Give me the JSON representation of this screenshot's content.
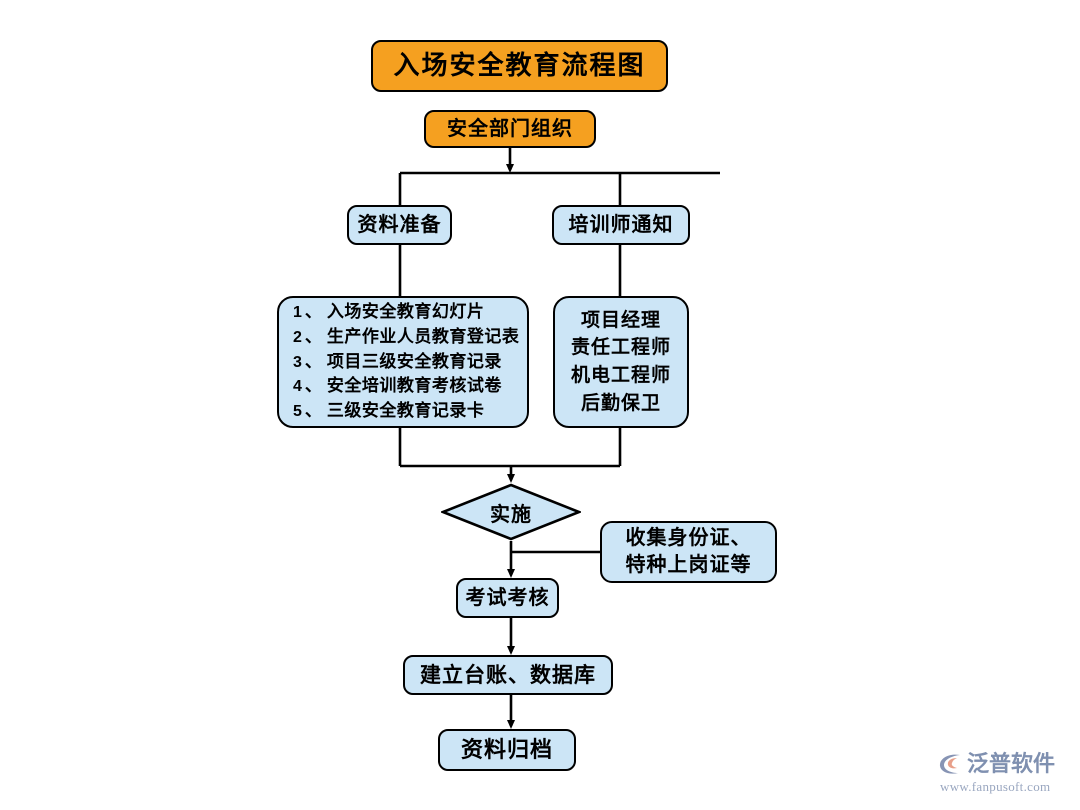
{
  "diagram": {
    "title": "入场安全教育流程图",
    "type": "flowchart",
    "colors": {
      "title_fill": "#f5a020",
      "node_fill": "#cce5f6",
      "stroke": "#000000",
      "background": "#ffffff",
      "watermark_text": "#7f90b0",
      "watermark_url": "#9aa7c0"
    },
    "nodes": {
      "title": "入场安全教育流程图",
      "department": "安全部门组织",
      "preparation": "资料准备",
      "trainer_notice": "培训师通知",
      "documents": [
        {
          "num": "1",
          "sep": "、",
          "text": "入场安全教育幻灯片"
        },
        {
          "num": "2",
          "sep": "、",
          "text": "生产作业人员教育登记表"
        },
        {
          "num": "3",
          "sep": "、",
          "text": "项目三级安全教育记录"
        },
        {
          "num": "4",
          "sep": "、",
          "text": "安全培训教育考核试卷"
        },
        {
          "num": "5",
          "sep": "、",
          "text": "三级安全教育记录卡"
        }
      ],
      "roles": "项目经理\n责任工程师\n机电工程师\n后勤保卫",
      "implement": "实施",
      "collect": "收集身份证、\n特种上岗证等",
      "exam": "考试考核",
      "ledger": "建立台账、数据库",
      "archive": "资料归档"
    }
  },
  "watermark": {
    "brand": "泛普软件",
    "url": "www.fanpusoft.com",
    "logo_icon": "swoosh-logo-icon"
  }
}
